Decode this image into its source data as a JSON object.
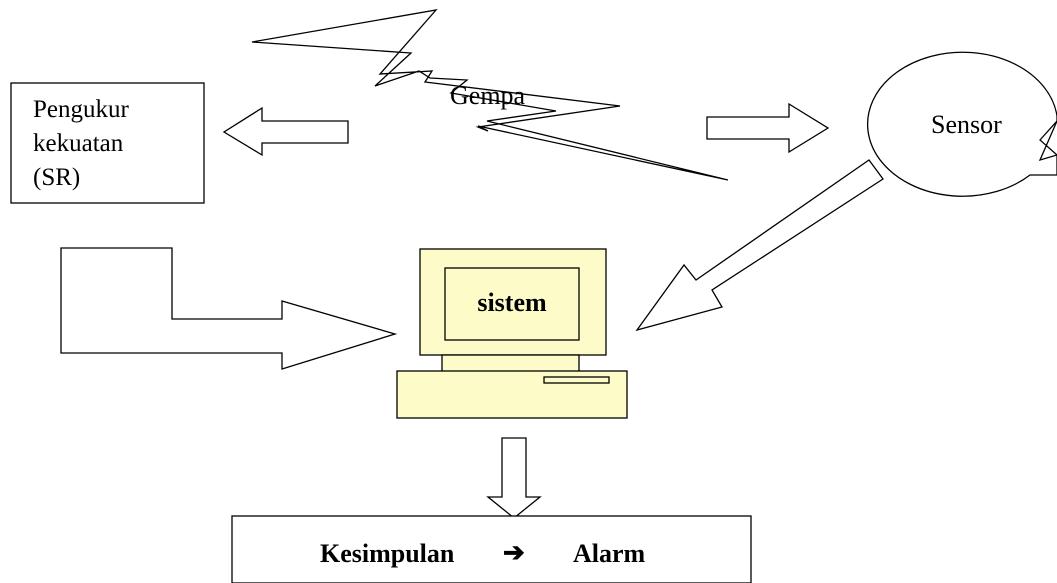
{
  "nodes": {
    "gempa": {
      "label": "Gempa"
    },
    "pengukur": {
      "lines": [
        "Pengukur",
        "kekuatan",
        "(SR)"
      ]
    },
    "sensor": {
      "label": "Sensor"
    },
    "sistem": {
      "label": "sistem"
    },
    "output": {
      "left": "Kesimpulan",
      "arrow": "➔",
      "right": "Alarm"
    }
  },
  "colors": {
    "computer_fill": "#fdfcc8",
    "stroke": "#000000",
    "background": "#ffffff"
  }
}
